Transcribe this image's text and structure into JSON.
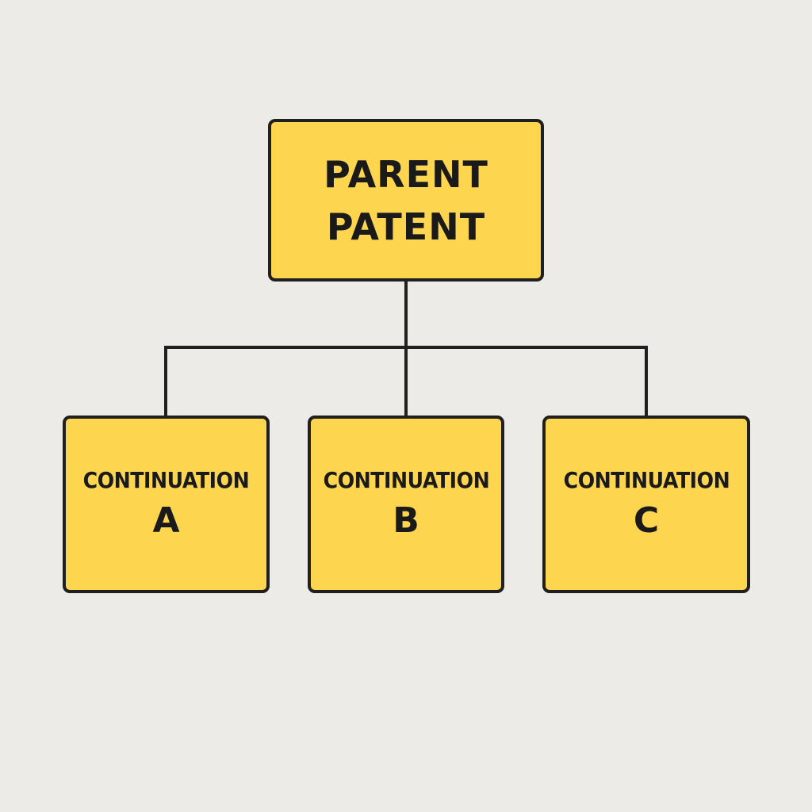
{
  "colors": {
    "background": "#ecebe8",
    "box_fill": "#fdd54f",
    "box_border": "#1f1f1f",
    "connector": "#1f1f1f",
    "text": "#1a1a1a"
  },
  "parent": {
    "line1": "PARENT",
    "line2": "PATENT"
  },
  "children": [
    {
      "title": "CONTINUATION",
      "letter": "A"
    },
    {
      "title": "CONTINUATION",
      "letter": "B"
    },
    {
      "title": "CONTINUATION",
      "letter": "C"
    }
  ]
}
